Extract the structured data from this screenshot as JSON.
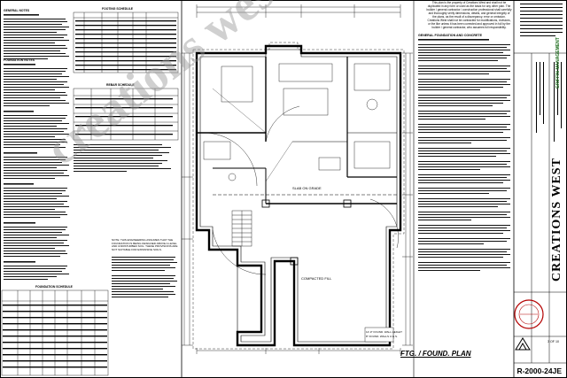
{
  "notice": {
    "text": "This plan is the property of Creations West and shall not be duplicated in any form or used as the basis for any other plan. The builder / general contractor / construction professional shall carefully and thoroughly verify dimensions, details, and general integrity of the plans, as the result of a discrepancy, error or omission. Creations West shall not be contracted for modifications, revisions, or the like unless it has been corrected and approved in full by the builder / general contractor, who assumes full responsibility."
  },
  "watermark": {
    "text": "creations west"
  },
  "plan": {
    "title": "FTG. / FOUND. PLAN",
    "labels": {
      "slab_on_grade": "SLAB ON GRADE",
      "compacted_fill": "COMPACTED FILL",
      "wall_note_1": "12'-0\" FOUND. WALL HEIGHT",
      "wall_note_2": "8\" FOUND. WALLS U.O.S."
    }
  },
  "notes": {
    "left_heading": "GENERAL NOTES",
    "left_heading_2": "FOUNDATION NOTES",
    "schedule_title": "FOOTING SCHEDULE",
    "rebar_title": "REBAR SCHEDULE",
    "found_sched_title": "FOUNDATION SCHEDULE",
    "right_heading": "GENERAL FOUNDATION AND CONCRETE",
    "engineer_note": "NOTE: THIS ENGINEERING ASSUMES THAT THE FOUNDATION IS BEING DESIGNED ABOVE A LEVEL AND UNDISTURBED SOIL. THESE PROVISIONS ARE NOT SUITABLE FOR EXPANSIVE SOILS."
  },
  "title_block": {
    "company": "CREATIONS WEST",
    "project_note": "GRIFFIN MANAGEMENT",
    "sheet_id": "R-2000-24JE",
    "sheet_no": "3 OF 10"
  }
}
